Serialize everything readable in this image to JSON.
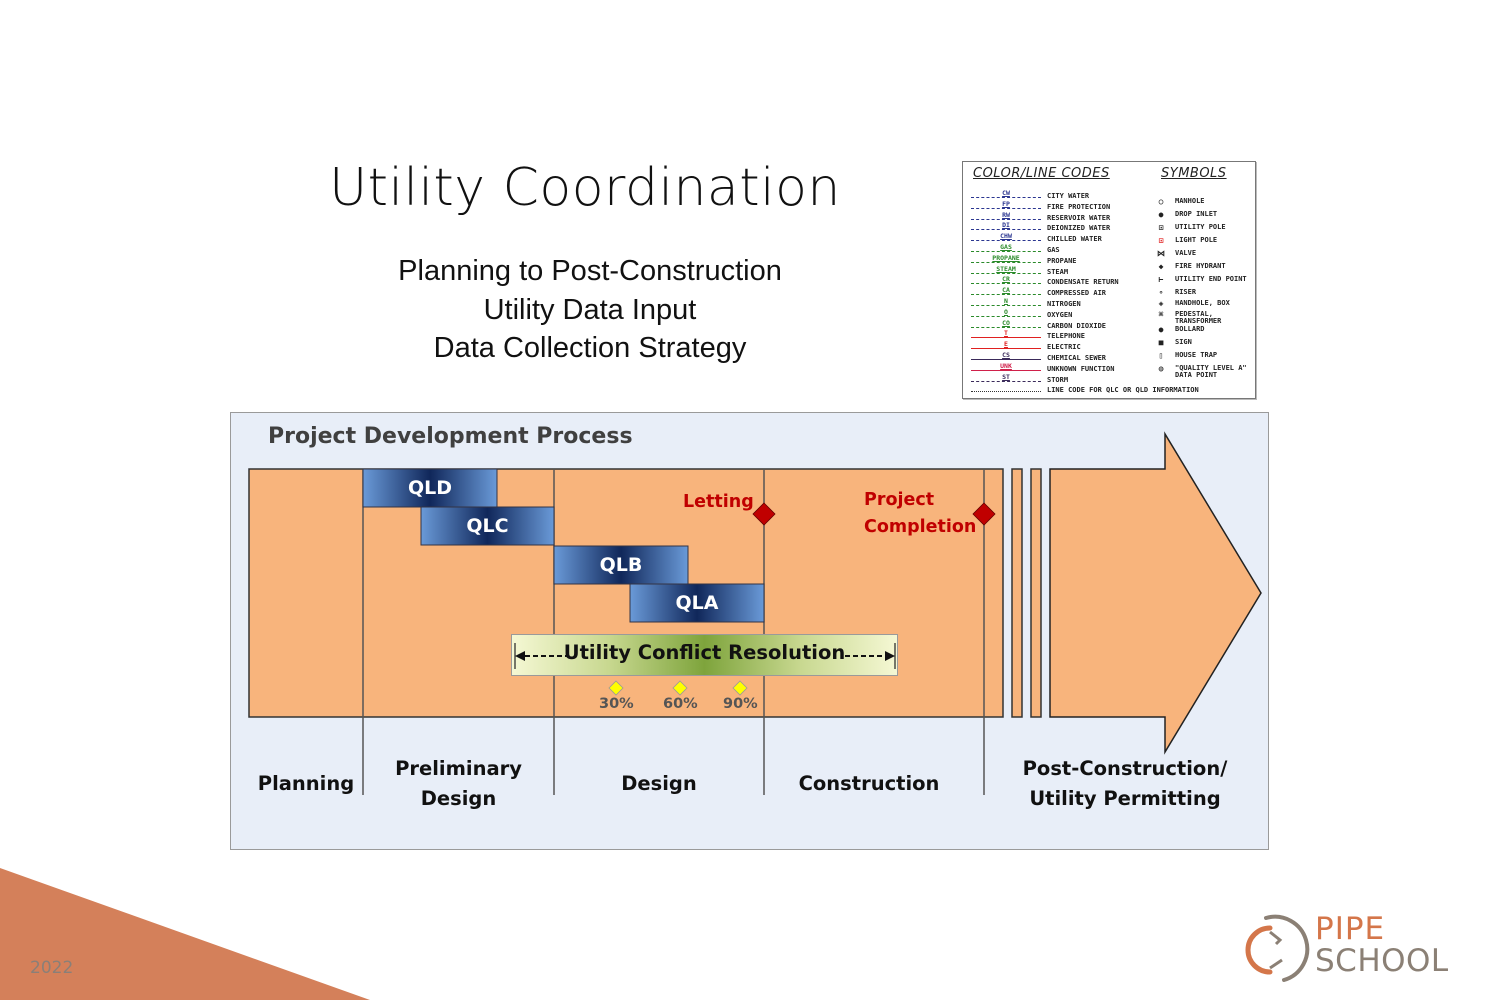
{
  "slide": {
    "title": "Utility Coordination",
    "subtitles": [
      "Planning to Post-Construction",
      "Utility Data Input",
      "Data Collection Strategy"
    ],
    "year": "2022",
    "brand": {
      "line1": "PIPE",
      "line2": "SCHOOL",
      "accent_color": "#d4764a",
      "secondary_color": "#8b8075"
    },
    "corner_color": "#d4805a"
  },
  "legend": {
    "codes_header": "COLOR/LINE CODES",
    "symbols_header": "SYMBOLS",
    "codes": [
      {
        "code": "CW",
        "name": "CITY WATER",
        "color": "#2a3590"
      },
      {
        "code": "FP",
        "name": "FIRE PROTECTION",
        "color": "#2a3590"
      },
      {
        "code": "RW",
        "name": "RESERVOIR WATER",
        "color": "#2a3590"
      },
      {
        "code": "DI",
        "name": "DEIONIZED WATER",
        "color": "#2a3590"
      },
      {
        "code": "CHW",
        "name": "CHILLED WATER",
        "color": "#2a3590"
      },
      {
        "code": "GAS",
        "name": "GAS",
        "color": "#2a8a2a"
      },
      {
        "code": "PROPANE",
        "name": "PROPANE",
        "color": "#2a8a2a"
      },
      {
        "code": "STEAM",
        "name": "STEAM",
        "color": "#2a8a2a"
      },
      {
        "code": "CR",
        "name": "CONDENSATE RETURN",
        "color": "#2a8a2a"
      },
      {
        "code": "CA",
        "name": "COMPRESSED AIR",
        "color": "#2a8a2a"
      },
      {
        "code": "N",
        "name": "NITROGEN",
        "color": "#2a8a2a"
      },
      {
        "code": "O",
        "name": "OXYGEN",
        "color": "#2a8a2a"
      },
      {
        "code": "CO",
        "name": "CARBON DIOXIDE",
        "color": "#2a8a2a"
      },
      {
        "code": "T",
        "name": "TELEPHONE",
        "color": "#e02020"
      },
      {
        "code": "E",
        "name": "ELECTRIC",
        "color": "#e02020"
      },
      {
        "code": "CS",
        "name": "CHEMICAL SEWER",
        "color": "#3a2a5a"
      },
      {
        "code": "UNK",
        "name": "UNKNOWN FUNCTION",
        "color": "#d0204a"
      },
      {
        "code": "ST",
        "name": "STORM",
        "color": "#3a2a5a"
      },
      {
        "code": "",
        "name": "LINE CODE FOR QLC OR QLD INFORMATION",
        "color": "#333333"
      }
    ],
    "symbols": [
      {
        "icon": "manhole-icon",
        "glyph": "○",
        "name": "MANHOLE"
      },
      {
        "icon": "drop-inlet-icon",
        "glyph": "●",
        "name": "DROP INLET"
      },
      {
        "icon": "utility-pole-icon",
        "glyph": "⊡",
        "name": "UTILITY POLE"
      },
      {
        "icon": "light-pole-icon",
        "glyph": "⊡",
        "name": "LIGHT POLE"
      },
      {
        "icon": "valve-icon",
        "glyph": "⋈",
        "name": "VALVE"
      },
      {
        "icon": "fire-hydrant-icon",
        "glyph": "◆",
        "name": "FIRE HYDRANT"
      },
      {
        "icon": "utility-end-point-icon",
        "glyph": "⊢",
        "name": "UTILITY END POINT"
      },
      {
        "icon": "riser-icon",
        "glyph": "∘",
        "name": "RISER"
      },
      {
        "icon": "handhole-box-icon",
        "glyph": "◈",
        "name": "HANDHOLE, BOX"
      },
      {
        "icon": "pedestal-transformer-icon",
        "glyph": "⌘",
        "name": "PEDESTAL,\nTRANSFORMER"
      },
      {
        "icon": "bollard-icon",
        "glyph": "●",
        "name": "BOLLARD"
      },
      {
        "icon": "sign-icon",
        "glyph": "■",
        "name": "SIGN"
      },
      {
        "icon": "house-trap-icon",
        "glyph": "▯",
        "name": "HOUSE TRAP"
      },
      {
        "icon": "quality-level-a-icon",
        "glyph": "◍",
        "name": "\"QUALITY LEVEL A\"\nDATA POINT"
      }
    ]
  },
  "diagram": {
    "title": "Project Development Process",
    "phases": [
      "Planning",
      "Preliminary\nDesign",
      "Design",
      "Construction",
      "Post-Construction/\nUtility Permitting"
    ],
    "quality_levels": [
      "QLD",
      "QLC",
      "QLB",
      "QLA"
    ],
    "milestones": [
      {
        "label": "Letting"
      },
      {
        "label": "Project\nCompletion"
      }
    ],
    "conflict_resolution": "Utility Conflict Resolution",
    "design_reviews": [
      "30%",
      "60%",
      "90%"
    ],
    "colors": {
      "phase_fill": "#f8b47c",
      "milestone": "#c00000",
      "review_marker": "#ffff00",
      "ql_dark": "#10275a",
      "ql_light": "#6a9ad8",
      "panel_bg": "#e8eef8"
    }
  }
}
